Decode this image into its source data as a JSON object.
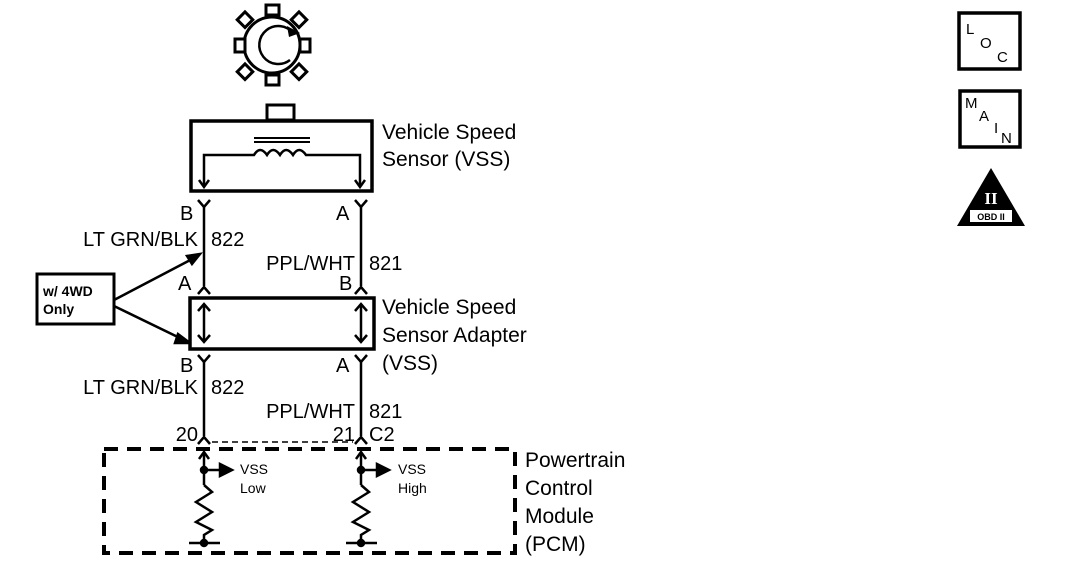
{
  "diagram": {
    "title": "Vehicle Speed Sensor Circuit",
    "components": {
      "vss": {
        "line1": "Vehicle Speed",
        "line2": "Sensor (VSS)"
      },
      "vss_adapter": {
        "line1": "Vehicle Speed",
        "line2": "Sensor Adapter",
        "line3": "(VSS)"
      },
      "pcm": {
        "line1": "Powertrain",
        "line2": "Control",
        "line3": "Module",
        "line4": "(PCM)"
      },
      "note_box": {
        "line1": "w/ 4WD",
        "line2": "Only"
      }
    },
    "connectors": {
      "vss_left": "B",
      "vss_right": "A",
      "adapter_top_left": "A",
      "adapter_top_right": "B",
      "adapter_bottom_left": "B",
      "adapter_bottom_right": "A",
      "pcm_left_pin": "20",
      "pcm_right_pin": "21",
      "pcm_connector": "C2"
    },
    "wires": {
      "upper_left": {
        "color": "LT GRN/BLK",
        "circuit": "822"
      },
      "upper_right": {
        "color": "PPL/WHT",
        "circuit": "821"
      },
      "lower_left": {
        "color": "LT GRN/BLK",
        "circuit": "822"
      },
      "lower_right": {
        "color": "PPL/WHT",
        "circuit": "821"
      }
    },
    "pcm_signals": {
      "low": {
        "line1": "VSS",
        "line2": "Low"
      },
      "high": {
        "line1": "VSS",
        "line2": "High"
      }
    },
    "side_icons": {
      "loc": {
        "c1": "L",
        "c2": "O",
        "c3": "C"
      },
      "main": {
        "c1": "M",
        "c2": "A",
        "c3": "I",
        "c4": "N"
      },
      "obd": {
        "roman": "II",
        "label": "OBD II"
      }
    }
  }
}
